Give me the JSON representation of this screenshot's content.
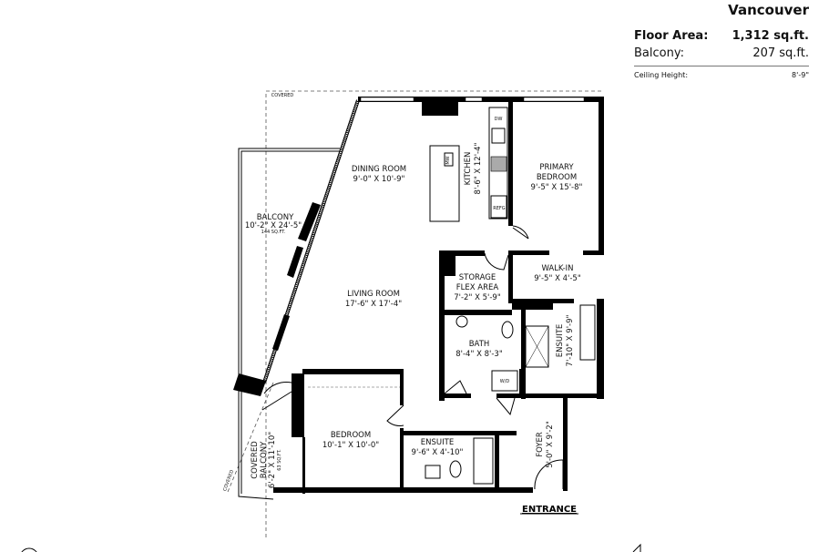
{
  "header": {
    "city": "Vancouver",
    "floor_area_label": "Floor Area:",
    "floor_area_value": "1,312 sq.ft.",
    "balcony_label": "Balcony:",
    "balcony_value": "207 sq.ft.",
    "ceiling_label": "Ceiling Height:",
    "ceiling_value": "8'-9\""
  },
  "plan": {
    "covered_top": "COVERED",
    "covered_bottom": "COVERED",
    "balcony": {
      "name": "BALCONY",
      "dims": "10'-2\" X 24'-5\"",
      "area": "144 SQ.FT."
    },
    "dining": {
      "name": "DINING ROOM",
      "dims": "9'-0\" X 10'-9\""
    },
    "kitchen": {
      "name": "KITCHEN",
      "dims": "8'-6\" X 12'-4\""
    },
    "primary": {
      "name1": "PRIMARY",
      "name2": "BEDROOM",
      "dims": "9'-5\" X 15'-8\""
    },
    "living": {
      "name": "LIVING ROOM",
      "dims": "17'-6\" X 17'-4\""
    },
    "storage": {
      "name1": "STORAGE",
      "name2": "FLEX AREA",
      "dims": "7'-2\" X 5'-9\""
    },
    "walkin": {
      "name": "WALK-IN",
      "dims": "9'-5\" X 4'-5\""
    },
    "bath": {
      "name": "BATH",
      "dims": "8'-4\" X 8'-3\""
    },
    "ensuite1": {
      "name": "ENSUITE",
      "dims": "7'-10\" X 9'-9\""
    },
    "bedroom": {
      "name": "BEDROOM",
      "dims": "10'-1\" X 10'-0\""
    },
    "ensuite2": {
      "name": "ENSUITE",
      "dims": "9'-6\" X 4'-10\""
    },
    "foyer": {
      "name": "FOYER",
      "dims": "5'-0\" X 9'-2\""
    },
    "covered_balcony": {
      "name1": "COVERED",
      "name2": "BALCONY",
      "dims": "6'-2\" X 11'-10\"",
      "area": "63 SQ.FT."
    },
    "appliances": {
      "dw": "DW",
      "mw": "MW",
      "refg": "REFG",
      "wd": "W/D"
    },
    "entrance": "ENTRANCE"
  }
}
